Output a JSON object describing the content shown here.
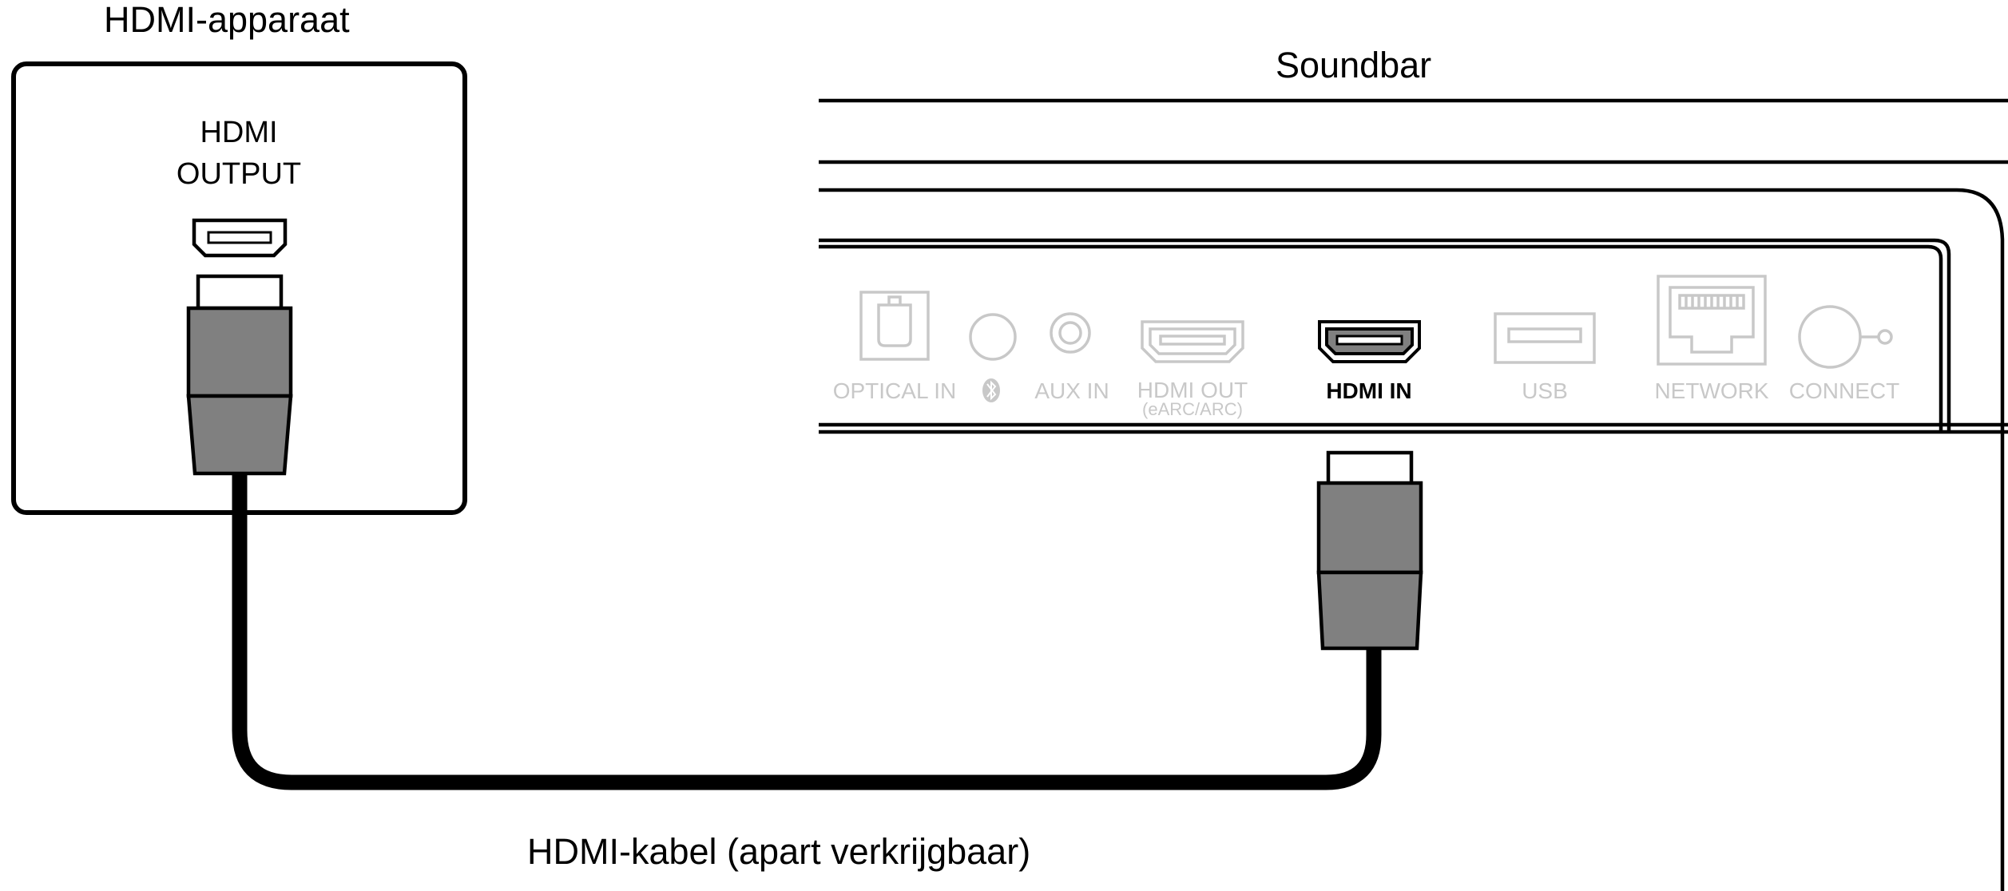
{
  "device": {
    "title": "HDMI-apparaat",
    "port_label_line1": "HDMI",
    "port_label_line2": "OUTPUT"
  },
  "soundbar": {
    "title": "Soundbar",
    "ports": {
      "optical_in": "OPTICAL IN",
      "aux_in": "AUX IN",
      "hdmi_out": "HDMI OUT",
      "hdmi_out_sub": "(eARC/ARC)",
      "hdmi_in": "HDMI IN",
      "usb": "USB",
      "network": "NETWORK",
      "connect": "CONNECT"
    }
  },
  "cable": {
    "caption": "HDMI-kabel (apart verkrijgbaar)"
  },
  "colors": {
    "outline": "#000000",
    "plug_body": "#808080",
    "inactive": "#c8c8c8"
  },
  "icons": {
    "bluetooth": "bluetooth-icon",
    "hdmi_port": "hdmi-port-icon",
    "hdmi_plug": "hdmi-plug-icon"
  }
}
